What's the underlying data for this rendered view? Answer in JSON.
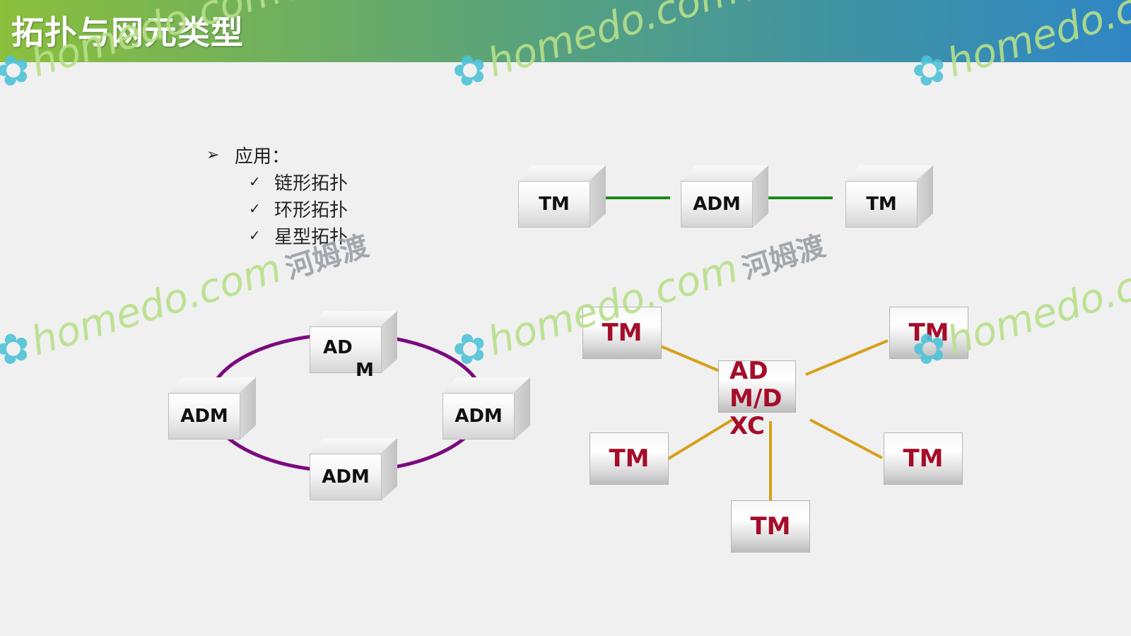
{
  "header": {
    "title": "拓扑与网元类型"
  },
  "bullets": {
    "main": "应用：",
    "items": [
      "链形拓扑",
      "环形拓扑",
      "星型拓扑"
    ]
  },
  "chain": {
    "nodes": [
      "TM",
      "ADM",
      "TM"
    ],
    "link_color": "#1a8a1a"
  },
  "ring": {
    "nodes": {
      "top_line1": "AD",
      "top_line2": "M",
      "left": "ADM",
      "right": "ADM",
      "bottom": "ADM"
    },
    "link_color": "#7a0a7e"
  },
  "star": {
    "center": "AD\nM/D\nXC",
    "nodes": {
      "top_left": "TM",
      "top_right": "TM",
      "mid_left": "TM",
      "mid_right": "TM",
      "bottom": "TM"
    },
    "link_color": "#d6a018",
    "text_color": "#a50d2a"
  },
  "watermark": {
    "text_en": "homedo.com",
    "text_cn": "河姆渡",
    "icon": "flower-logo-icon"
  }
}
